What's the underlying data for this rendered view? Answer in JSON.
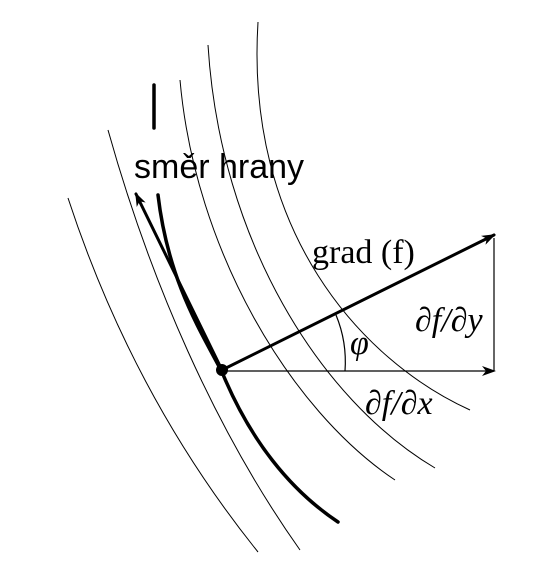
{
  "labels": {
    "edge_direction": "směr hrany",
    "gradient": "grad (f)",
    "angle": "φ",
    "partial_y": "∂f/∂y",
    "partial_x": "∂f/∂x"
  },
  "colors": {
    "stroke": "#000000",
    "background": "#ffffff"
  }
}
